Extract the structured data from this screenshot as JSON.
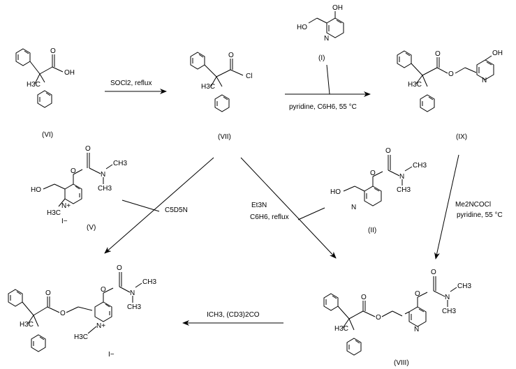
{
  "scheme_title": "",
  "compounds": {
    "vi": {
      "id": "(VI)",
      "atoms": {
        "oh": "OH",
        "o": "O",
        "ch3": "H3C"
      }
    },
    "vii": {
      "id": "(VII)",
      "atoms": {
        "cl": "Cl",
        "o": "O",
        "ch3": "H3C"
      }
    },
    "i": {
      "id": "(I)",
      "atoms": {
        "oh": "OH",
        "ho": "HO",
        "n": "N"
      }
    },
    "ix": {
      "id": "(IX)",
      "atoms": {
        "oh": "OH",
        "o1": "O",
        "o2": "O",
        "n": "N",
        "ch3": "H3C"
      }
    },
    "v": {
      "id": "(V)",
      "atoms": {
        "ho": "HO",
        "o1": "O",
        "o2": "O",
        "n": "N",
        "nplus": "N+",
        "ch3a": "CH3",
        "ch3b": "CH3",
        "ch3c": "H3C",
        "iodide": "I−"
      }
    },
    "ii": {
      "id": "(II)",
      "atoms": {
        "ho": "HO",
        "o1": "O",
        "o2": "O",
        "n": "N",
        "npy": "N",
        "ch3a": "CH3",
        "ch3b": "CH3"
      }
    },
    "viii": {
      "id": "(VIII)",
      "atoms": {
        "o1": "O",
        "o2": "O",
        "o3": "O",
        "o4": "O",
        "n": "N",
        "npy": "N",
        "ch3a": "CH3",
        "ch3b": "CH3",
        "ch3c": "H3C"
      }
    },
    "final": {
      "id": "",
      "atoms": {
        "o1": "O",
        "o2": "O",
        "o3": "O",
        "o4": "O",
        "n": "N",
        "nplus": "N+",
        "ch3a": "CH3",
        "ch3b": "CH3",
        "ch3c": "H3C",
        "ch3d": "H3C",
        "iodide": "I−"
      }
    }
  },
  "conditions": {
    "step1": "SOCl2, reflux",
    "step2": "pyridine, C6H6, 55 °C",
    "step3a": "Me2NCOCl",
    "step3b": "pyridine, 55 °C",
    "step4a": "Et3N",
    "step4b": "C6H6, reflux",
    "step5": "C5D5N",
    "step6": "ICH3, (CD3)2CO"
  }
}
